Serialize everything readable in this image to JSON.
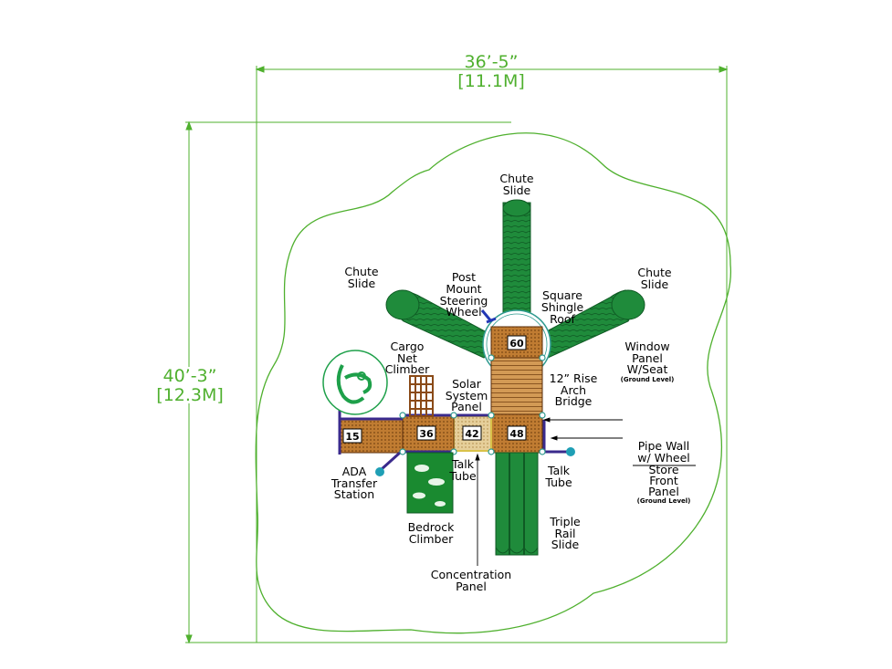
{
  "dimensions": {
    "width_ft": "36’-5”",
    "width_m": "[11.1M]",
    "height_ft": "40’-3”",
    "height_m": "[12.3M]"
  },
  "decks": [
    "60",
    "48",
    "42",
    "36",
    "15"
  ],
  "labels": {
    "chute_slide_top": [
      "Chute",
      "Slide"
    ],
    "chute_slide_left": [
      "Chute",
      "Slide"
    ],
    "chute_slide_right": [
      "Chute",
      "Slide"
    ],
    "steering_wheel": [
      "Post",
      "Mount",
      "Steering",
      "Wheel"
    ],
    "roof": [
      "Square",
      "Shingle",
      "Roof"
    ],
    "cargo_net": [
      "Cargo",
      "Net",
      "Climber"
    ],
    "solar_panel": [
      "Solar",
      "System",
      "Panel"
    ],
    "arch_bridge": [
      "12”  Rise",
      "Arch",
      "Bridge"
    ],
    "window_panel": [
      "Window",
      "Panel",
      "W/Seat"
    ],
    "window_panel_note": "(Ground Level)",
    "pipe_wall": [
      "Pipe  Wall",
      "w/  Wheel",
      "Store",
      "Front",
      "Panel"
    ],
    "pipe_wall_note": "(Ground Level)",
    "ada_transfer": [
      "ADA",
      "Transfer",
      "Station"
    ],
    "talk_tube_left": [
      "Talk",
      "Tube"
    ],
    "talk_tube_right": [
      "Talk",
      "Tube"
    ],
    "bedrock_climber": [
      "Bedrock",
      "Climber"
    ],
    "triple_rail_slide": [
      "Triple",
      "Rail",
      "Slide"
    ],
    "concentration_panel": [
      "Concentration",
      "Panel"
    ]
  },
  "colors": {
    "dimension_line": "#4fb02e",
    "slide_green": "#1e8a3a",
    "deck_brown": "#b5702a",
    "frame_blue": "#3a2a8c",
    "bridge_tan": "#d9a968",
    "logo_green": "#1ea04a"
  },
  "icons": [
    "playground-logo-icon"
  ]
}
